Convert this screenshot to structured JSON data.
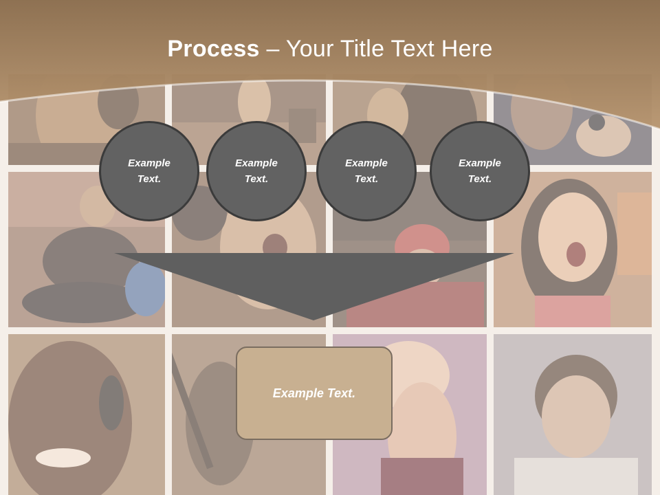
{
  "title": {
    "bold": "Process",
    "rest": " – Your Title Text Here"
  },
  "circles": [
    {
      "label": "Example Text."
    },
    {
      "label": "Example Text."
    },
    {
      "label": "Example Text."
    },
    {
      "label": "Example Text."
    }
  ],
  "result_box": {
    "label": "Example Text."
  },
  "colors": {
    "title_band": "#b08f67",
    "circle_fill": "#626262",
    "funnel_fill": "#5f5f5f",
    "result_fill": "#c8b091"
  },
  "background_photos": [
    "person-with-headphones",
    "street-dancer",
    "profile-with-headphones",
    "singer-with-microphone",
    "drummer",
    "girl-singing-headphones",
    "woman-in-knit-hat",
    "woman-singing-headphones",
    "smiling-man-headphones",
    "guitarist",
    "dancing-woman",
    "boy-with-headphones"
  ]
}
